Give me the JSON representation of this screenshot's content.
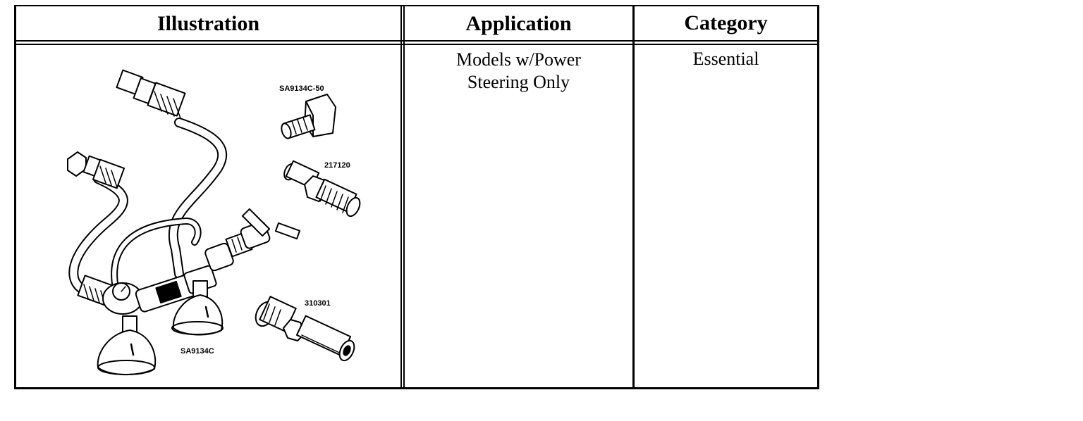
{
  "table": {
    "headers": {
      "illustration": "Illustration",
      "application": "Application",
      "category": "Category"
    },
    "row": {
      "application_line1": "Models w/Power",
      "application_line2": "Steering Only",
      "category": "Essential"
    }
  },
  "illustration": {
    "part_labels": {
      "elbow_adapter": "SA9134C-50",
      "straight_adapter": "217120",
      "extension_adapter": "310301",
      "gauge_assembly": "SA9134C"
    }
  }
}
